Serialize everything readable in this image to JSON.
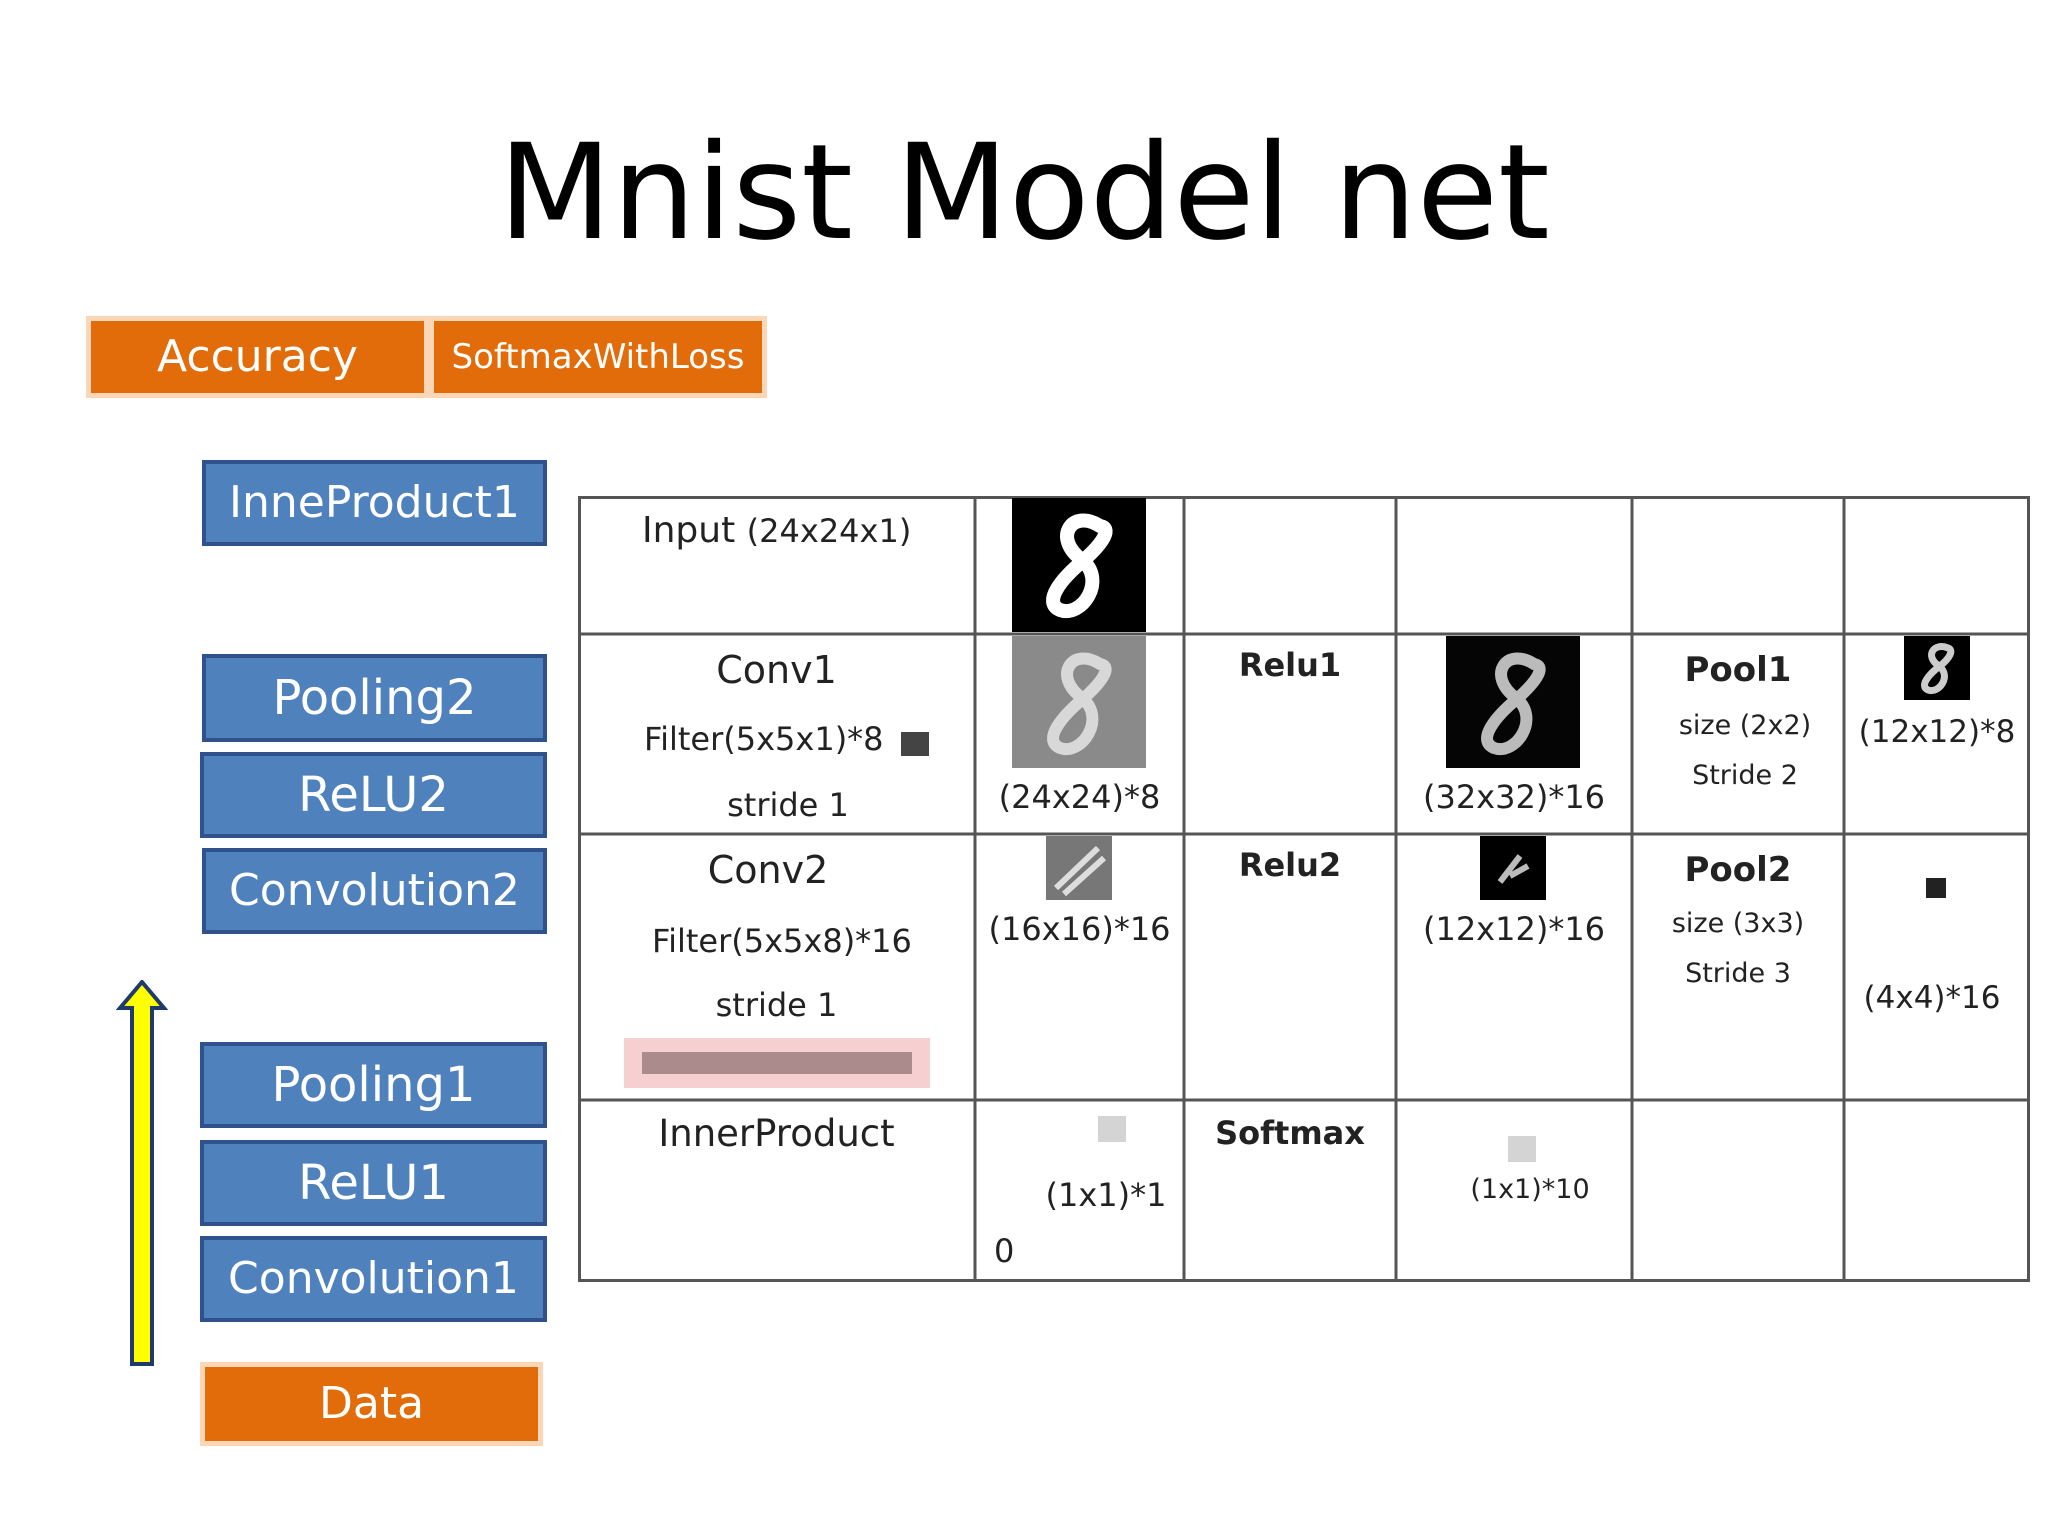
{
  "title": "Mnist Model net",
  "top_boxes": {
    "accuracy": "Accuracy",
    "softmax_loss": "SoftmaxWithLoss"
  },
  "layers": {
    "inner_product1": "InneProduct1",
    "pooling2": "Pooling2",
    "relu2": "ReLU2",
    "convolution2": "Convolution2",
    "pooling1": "Pooling1",
    "relu1": "ReLU1",
    "convolution1": "Convolution1",
    "data": "Data"
  },
  "table": {
    "row1": {
      "label": "Input",
      "dims": "(24x24x1)"
    },
    "row2": {
      "name": "Conv1",
      "filter": "Filter(5x5x1)*8",
      "stride": "stride  1",
      "out1": "(24x24)*8",
      "op": "Relu1",
      "out2": "(32x32)*16",
      "pool": "Pool1",
      "pool_size": "size  (2x2)",
      "pool_stride": "Stride  2",
      "out3": "(12x12)*8"
    },
    "row3": {
      "name": "Conv2",
      "filter": "Filter(5x5x8)*16",
      "stride": "stride  1",
      "out1": "(16x16)*16",
      "op": "Relu2",
      "out2": "(12x12)*16",
      "pool": "Pool2",
      "pool_size": "size  (3x3)",
      "pool_stride": "Stride  3",
      "out3": "(4x4)*16"
    },
    "row4": {
      "name": "InnerProduct",
      "out1": "(1x1)*1",
      "extra": "0",
      "op": "Softmax",
      "out2": "(1x1)*10"
    }
  },
  "colors": {
    "orange": "#e36c0a",
    "blue": "#4f81bd",
    "arrow": "#ffff00"
  }
}
